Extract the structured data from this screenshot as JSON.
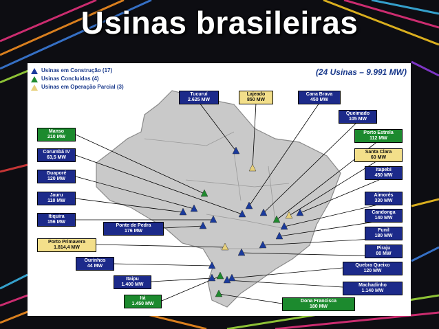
{
  "title": "Usinas brasileiras",
  "summary": "(24 Usinas – 9.991 MW)",
  "legend": [
    {
      "label": "Usinas em Construção (17)",
      "color": "#1a3a9c"
    },
    {
      "label": "Usinas Concluídas (4)",
      "color": "#1f8a2e"
    },
    {
      "label": "Usinas em Operação Parcial (3)",
      "color": "#e7d07a"
    }
  ],
  "plants": [
    {
      "name": "Tucuruí",
      "power": "2.625 MW",
      "status": "blue"
    },
    {
      "name": "Lajeado",
      "power": "850 MW",
      "status": "yellow"
    },
    {
      "name": "Cana Brava",
      "power": "450 MW",
      "status": "blue"
    },
    {
      "name": "Queimado",
      "power": "105 MW",
      "status": "blue"
    },
    {
      "name": "Manso",
      "power": "210 MW",
      "status": "green"
    },
    {
      "name": "Porto Estrela",
      "power": "112 MW",
      "status": "green"
    },
    {
      "name": "Corumbá IV",
      "power": "63,5 MW",
      "status": "blue"
    },
    {
      "name": "Santa Clara",
      "power": "60 MW",
      "status": "yellow"
    },
    {
      "name": "Guaporé",
      "power": "120 MW",
      "status": "blue"
    },
    {
      "name": "Itapebi",
      "power": "450 MW",
      "status": "blue"
    },
    {
      "name": "Jauru",
      "power": "110 MW",
      "status": "blue"
    },
    {
      "name": "Aimorés",
      "power": "330 MW",
      "status": "blue"
    },
    {
      "name": "Itiquira",
      "power": "156 MW",
      "status": "blue"
    },
    {
      "name": "Candonga",
      "power": "140 MW",
      "status": "blue"
    },
    {
      "name": "Ponte de Pedra",
      "power": "176 MW",
      "status": "blue"
    },
    {
      "name": "Funil",
      "power": "180 MW",
      "status": "blue"
    },
    {
      "name": "Porto Primavera",
      "power": "1.814,4 MW",
      "status": "yellow"
    },
    {
      "name": "Piraju",
      "power": "80 MW",
      "status": "blue"
    },
    {
      "name": "Ourinhos",
      "power": "44 MW",
      "status": "blue"
    },
    {
      "name": "Quebra Queixo",
      "power": "120 MW",
      "status": "blue"
    },
    {
      "name": "Itaipu",
      "power": "1.400 MW",
      "status": "blue"
    },
    {
      "name": "Machadinho",
      "power": "1.140 MW",
      "status": "blue"
    },
    {
      "name": "Itá",
      "power": "1.450 MW",
      "status": "green"
    },
    {
      "name": "Dona Francisca",
      "power": "180 MW",
      "status": "green"
    }
  ]
}
